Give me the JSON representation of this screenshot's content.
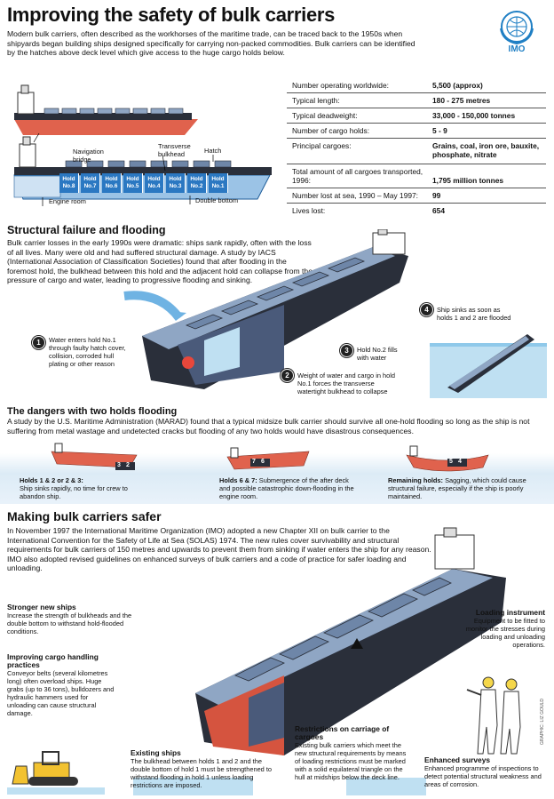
{
  "title": "Improving the safety of bulk carriers",
  "intro": "Modern bulk carriers, often described as the workhorses of the maritime trade, can be traced back to the 1950s when shipyards began building ships designed specifically for carrying non-packed commodities. Bulk carriers can be identified by the hatches above deck level which give access to the huge cargo holds below.",
  "logo": {
    "text": "IMO",
    "icon": "un-wreath-emblem-icon",
    "color": "#1f7fc4"
  },
  "stats": [
    {
      "label": "Number operating worldwide:",
      "value": "5,500 (approx)"
    },
    {
      "label": "Typical length:",
      "value": "180 - 275 metres"
    },
    {
      "label": "Typical deadweight:",
      "value": "33,000 - 150,000 tonnes"
    },
    {
      "label": "Number of cargo holds:",
      "value": "5 - 9"
    },
    {
      "label": "Principal cargoes:",
      "value": "Grains, coal, iron ore, bauxite, phosphate, nitrate"
    },
    {
      "label": "Total amount of all cargoes transported, 1996:",
      "value": "1,795 million tonnes"
    },
    {
      "label": "Number lost at sea, 1990 – May 1997:",
      "value": "99"
    },
    {
      "label": "Lives lost:",
      "value": "654"
    }
  ],
  "ship_diagram": {
    "holds": [
      "Hold No.8",
      "Hold No.7",
      "Hold No.6",
      "Hold No.5",
      "Hold No.4",
      "Hold No.3",
      "Hold No.2",
      "Hold No.1"
    ],
    "labels": {
      "navigation_bridge": "Navigation bridge",
      "transverse_bulkhead": "Transverse bulkhead",
      "hatch": "Hatch",
      "engine_room": "Engine room",
      "double_bottom": "Double bottom"
    }
  },
  "structural": {
    "heading": "Structural failure and flooding",
    "body": "Bulk carrier losses in the early 1990s were dramatic: ships sank rapidly, often with the loss of all lives. Many were old and had suffered structural damage. A study by IACS (International Association of Classification Societies) found that after flooding in the foremost hold, the bulkhead between this hold and the adjacent hold can collapse from the pressure of cargo and water, leading to progressive flooding and sinking.",
    "steps": [
      {
        "n": "1",
        "text": "Water enters hold No.1 through faulty hatch cover, collision, corroded hull plating or other reason"
      },
      {
        "n": "2",
        "text": "Weight of water and cargo in hold No.1 forces the transverse watertight bulkhead to collapse"
      },
      {
        "n": "3",
        "text": "Hold No.2 fills with water"
      },
      {
        "n": "4",
        "text": "Ship sinks as soon as holds 1 and 2 are flooded"
      }
    ]
  },
  "two_holds": {
    "heading": "The dangers with two holds flooding",
    "body": "A study by the U.S. Maritime Administration (MARAD) found that a typical midsize bulk carrier should survive all one-hold flooding so long as the ship is not suffering from metal wastage and undetected cracks but flooding of any two holds would have disastrous consequences.",
    "cases": [
      {
        "tags": [
          "3",
          "2"
        ],
        "title": "Holds 1 & 2 or 2 & 3:",
        "text": "Ship sinks rapidly, no time for crew to abandon ship."
      },
      {
        "tags": [
          "7",
          "6"
        ],
        "title": "Holds 6 & 7:",
        "text": "Submergence of the after deck and possible catastrophic down-flooding in the engine room."
      },
      {
        "tags": [
          "5",
          "4"
        ],
        "title": "Remaining holds:",
        "text": "Sagging, which could cause structural failure, especially if the ship is poorly maintained."
      }
    ]
  },
  "safer": {
    "heading": "Making bulk carriers safer",
    "body": "In November 1997 the International Maritime Organization (IMO) adopted a new Chapter XII on bulk carrier  to the International Convention for the Safety of Life at Sea (SOLAS) 1974. The new rules cover survivability and structural requirements for bulk carriers of 150 metres and upwards to prevent them from sinking if water enters the ship for any reason. IMO also adopted revised guidelines on enhanced surveys of bulk carriers and a code of practice for safer loading and unloading.",
    "items": {
      "stronger": {
        "title": "Stronger new ships",
        "text": "Increase the strength of bulkheads and the double bottom to withstand hold-flooded conditions."
      },
      "cargo": {
        "title": "Improving cargo handling practices",
        "text": "Conveyor belts (several kilometres long) often overload ships. Huge grabs (up to 36 tons), bulldozers and hydraulic hammers used for unloading can cause structural damage."
      },
      "existing": {
        "title": "Existing ships",
        "text": "The bulkhead between holds 1 and 2 and the double bottom of hold 1 must be strengthened to withstand flooding in hold 1 unless loading restrictions are imposed."
      },
      "restrictions": {
        "title": "Restrictions on carriage of cargoes",
        "text": "Existing bulk carriers which meet the new structural requirements by means of loading restrictions must be marked with a solid equilateral triangle on the hull at midships below the deck line."
      },
      "loading": {
        "title": "Loading instrument",
        "text": "Equipment to be fitted to monitor the stresses during loading and unloading operations."
      },
      "surveys": {
        "title": "Enhanced surveys",
        "text": "Enhanced programme of inspections to detect potential structural weakness and areas of corrosion."
      }
    }
  },
  "credit": "GRAPHIC: LIZ GOULD",
  "colors": {
    "hull": "#e0624d",
    "hold_blue": "#2b78c2",
    "deck_blue": "#8fa6c4",
    "sea": "#bfe0f2",
    "dark": "#2a2f3a"
  }
}
